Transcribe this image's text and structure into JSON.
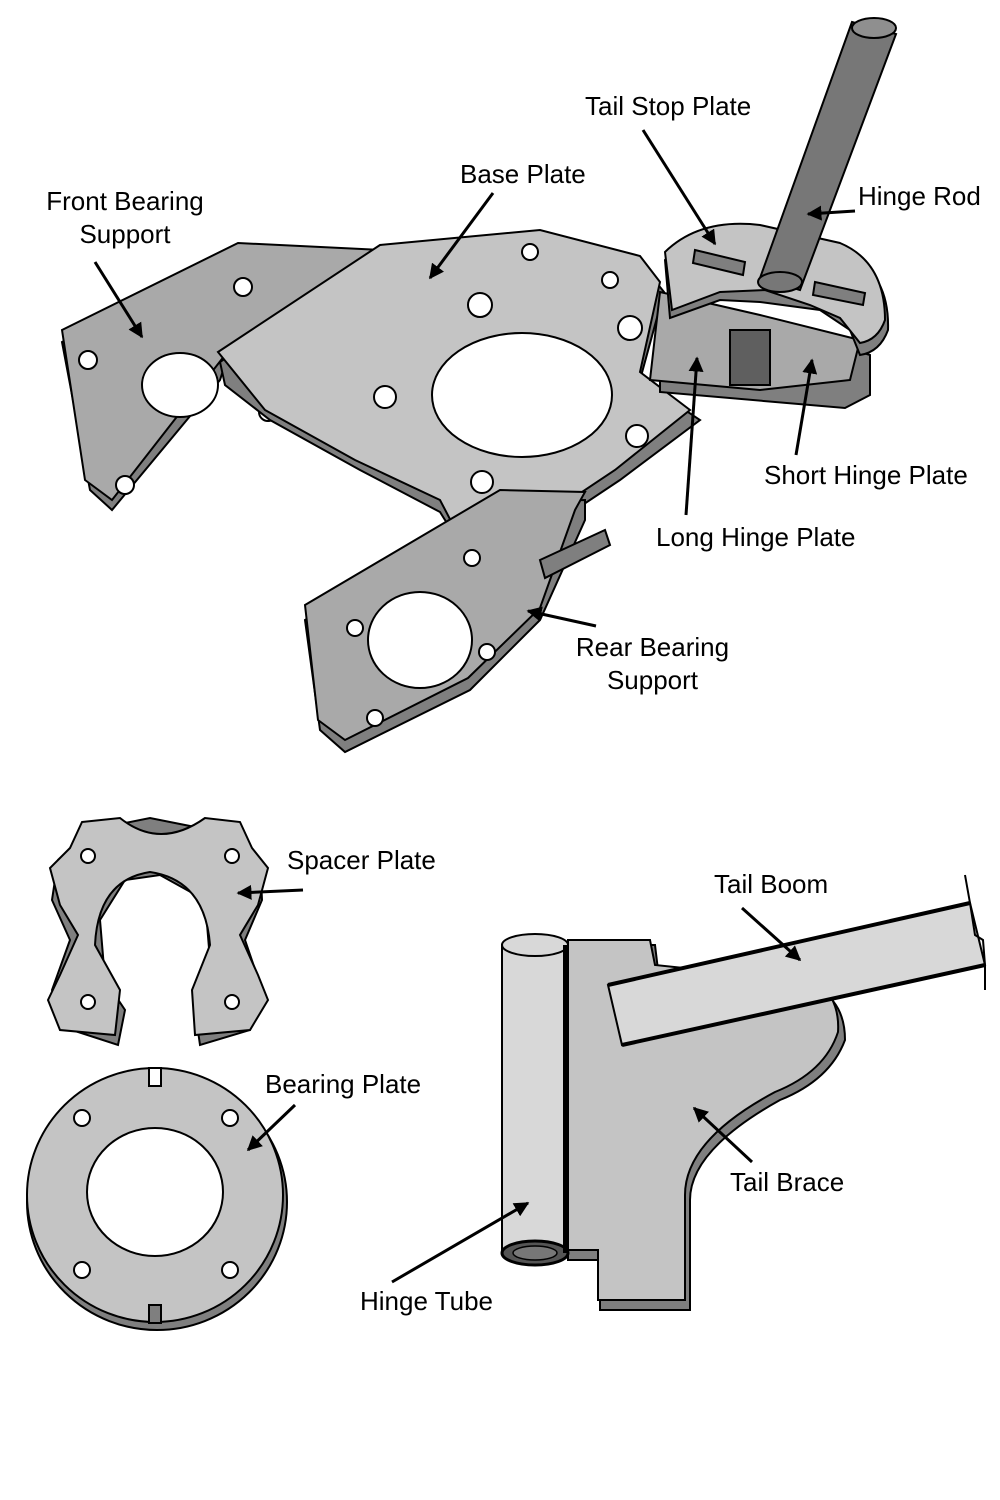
{
  "labels": {
    "front_bearing_support": [
      "Front Bearing",
      "Support"
    ],
    "base_plate": "Base Plate",
    "tail_stop_plate": "Tail Stop Plate",
    "hinge_rod": "Hinge Rod",
    "short_hinge_plate": "Short Hinge Plate",
    "long_hinge_plate": "Long Hinge Plate",
    "rear_bearing_support": [
      "Rear Bearing",
      "Support"
    ],
    "spacer_plate": "Spacer Plate",
    "bearing_plate": "Bearing Plate",
    "tail_boom": "Tail Boom",
    "tail_brace": "Tail Brace",
    "hinge_tube": "Hinge Tube"
  },
  "colors": {
    "plate_top": "#c4c4c4",
    "plate_edge": "#7f7f7f",
    "plate_dark": "#5f5f5f",
    "rod": "#777777",
    "tube": "#d8d8d8",
    "outline": "#000000"
  }
}
